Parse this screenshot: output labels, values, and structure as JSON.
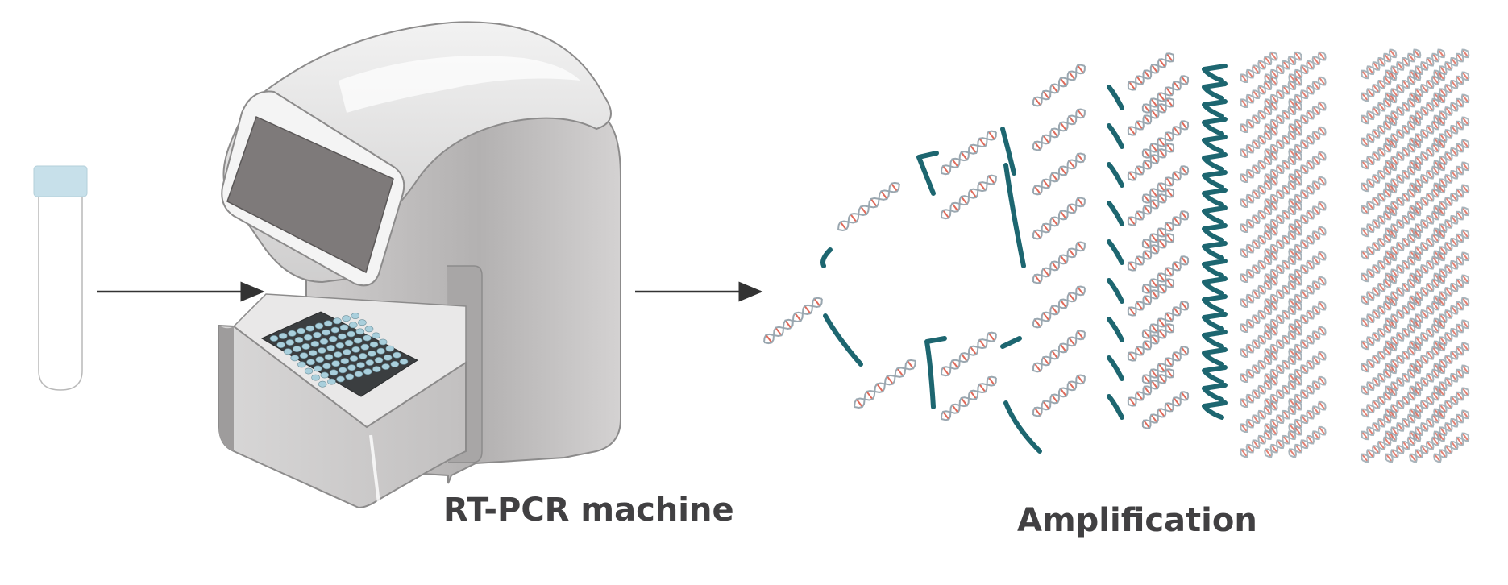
{
  "labels": {
    "machine": "RT-PCR machine",
    "amplification": "Amplification"
  },
  "colors": {
    "background": "#ffffff",
    "text": "#414042",
    "arrow": "#333333",
    "primer": "#1d6670",
    "helix": "#9aa7b0",
    "base_red": "#e06a5a",
    "base_teal": "#2f8a93",
    "machine_body": "#b8b6b6",
    "machine_top": "#dedede",
    "screen": "#7e7a7a",
    "tube_cap": "#c7e0ea",
    "wells": "#a9cfdc"
  },
  "amplification": {
    "columns": [
      {
        "stage": 1,
        "strands": 1
      },
      {
        "stage": 2,
        "strands": 2
      },
      {
        "stage": 3,
        "strands": 4
      },
      {
        "stage": 4,
        "strands": 8
      },
      {
        "stage": 5,
        "strands": 16
      },
      {
        "stage": 6,
        "strands": 32
      },
      {
        "stage": 7,
        "strands": 64
      }
    ]
  },
  "icons": [
    "sample-tube-icon",
    "rt-pcr-machine-icon",
    "dna-helix-icon",
    "primer-icon",
    "arrow-icon"
  ]
}
